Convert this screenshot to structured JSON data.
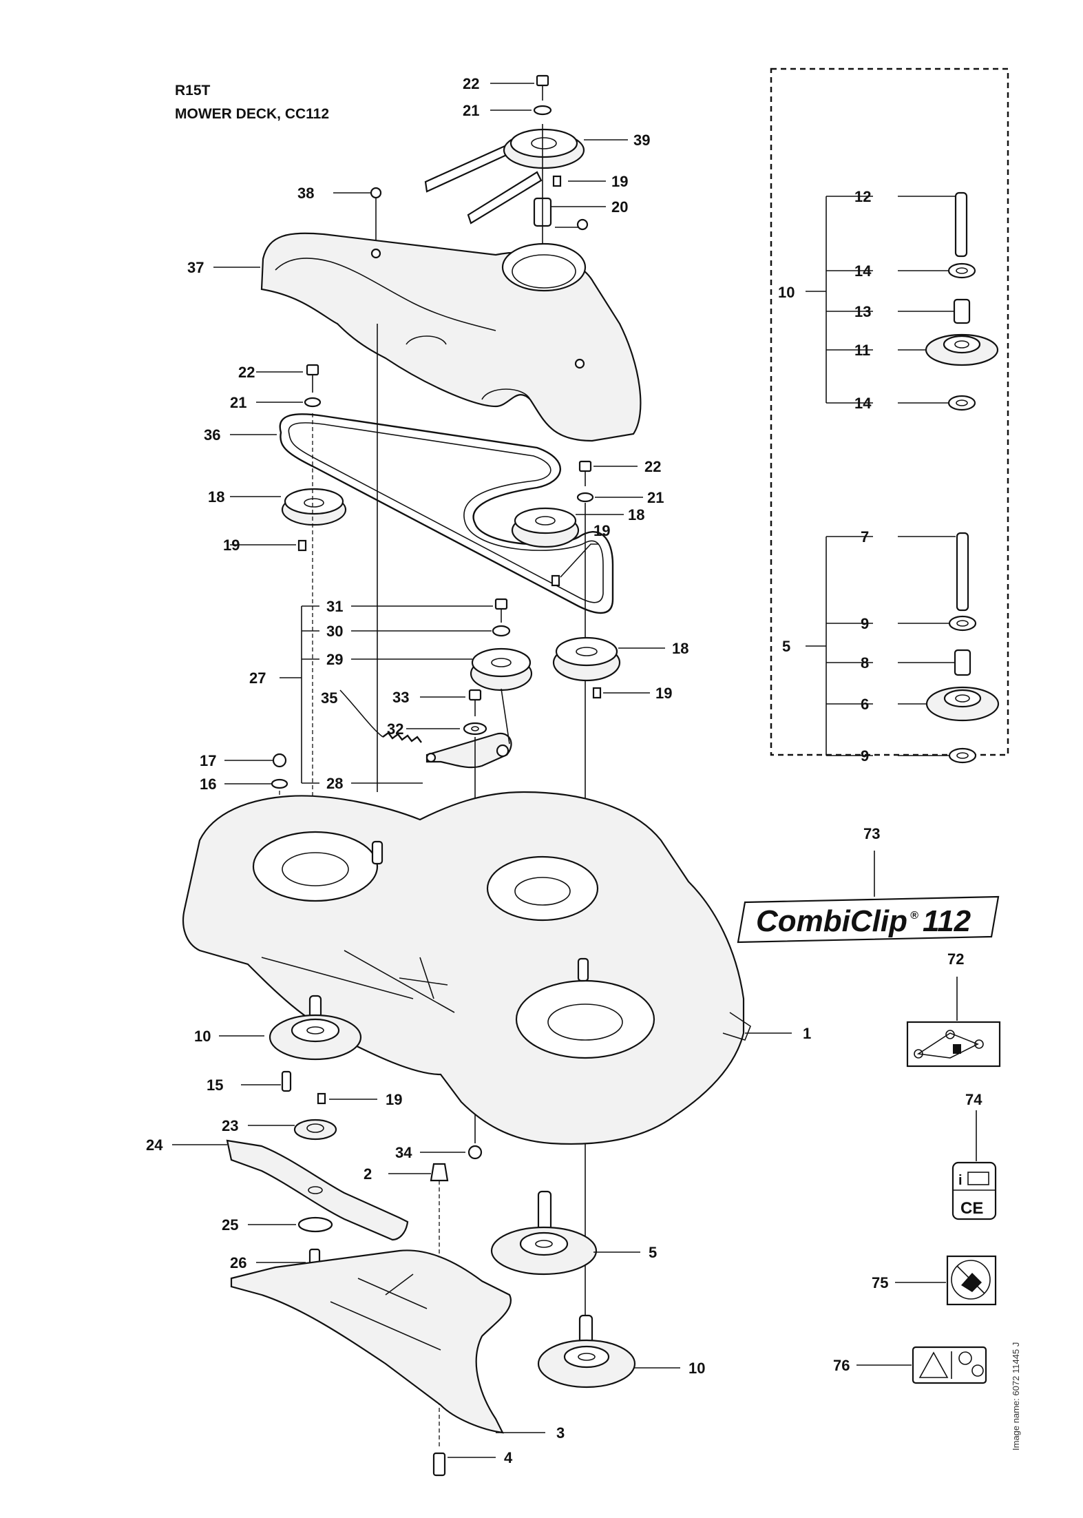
{
  "title": {
    "model": "R15T",
    "section": "MOWER DECK, CC112"
  },
  "logo": {
    "text": "CombiClip",
    "mark": "®",
    "number": "112"
  },
  "image_name": "Image name: 6072 11445 J",
  "decals": {
    "ce_mark": "CE",
    "info_mark": "i"
  },
  "labels": {
    "l1": "1",
    "l2": "2",
    "l3": "3",
    "l4": "4",
    "l5_deck": "5",
    "l10_left": "10",
    "l10_bottom": "10",
    "l15": "15",
    "l16": "16",
    "l17": "17",
    "l18_left": "18",
    "l18_mid": "18",
    "l18_right": "18",
    "l19_top": "19",
    "l19_left": "19",
    "l19_mid": "19",
    "l19_right": "19",
    "l19_low": "19",
    "l20": "20",
    "l21_top": "21",
    "l21_left": "21",
    "l21_right": "21",
    "l22_top": "22",
    "l22_left": "22",
    "l22_right": "22",
    "l23": "23",
    "l24": "24",
    "l25": "25",
    "l26": "26",
    "l27": "27",
    "l28": "28",
    "l29": "29",
    "l30": "30",
    "l31": "31",
    "l32": "32",
    "l33": "33",
    "l34": "34",
    "l35": "35",
    "l36": "36",
    "l37": "37",
    "l38": "38",
    "l39": "39",
    "l72": "72",
    "l73": "73",
    "l74": "74",
    "l75": "75",
    "l76": "76",
    "k10": "10",
    "k12": "12",
    "k14a": "14",
    "k13": "13",
    "k11": "11",
    "k14b": "14",
    "k5": "5",
    "k7": "7",
    "k9a": "9",
    "k8": "8",
    "k6": "6",
    "k9b": "9"
  }
}
